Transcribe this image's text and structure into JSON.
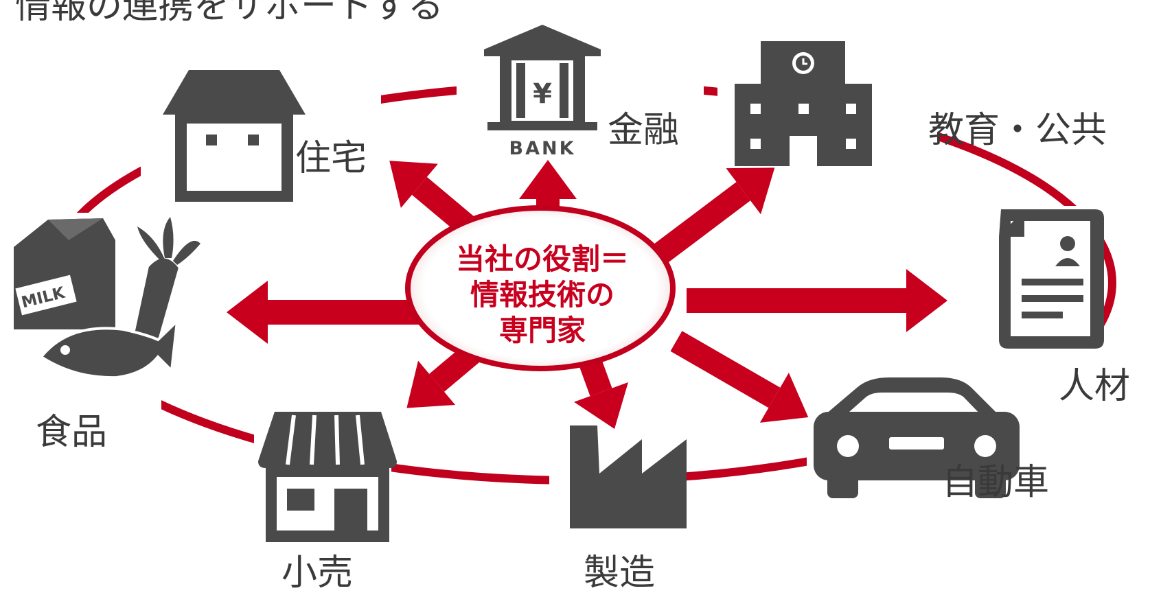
{
  "top_text": "情報の連携をサポートする",
  "center": {
    "line1": "当社の役割＝",
    "line2": "情報技術の",
    "line3": "専門家"
  },
  "sectors": {
    "housing": "住宅",
    "finance": "金融",
    "education": "教育・公共",
    "hr": "人材",
    "auto": "自動車",
    "manufacturing": "製造",
    "retail": "小売",
    "food": "食品"
  },
  "icon_text": {
    "bank": "BANK",
    "yen": "¥",
    "milk": "MILK"
  },
  "icons": [
    "house-icon",
    "bank-icon",
    "school-icon",
    "resume-icon",
    "car-icon",
    "factory-icon",
    "store-icon",
    "grocery-icon"
  ],
  "colors": {
    "accent": "#c8001e",
    "icon": "#4a4a4a",
    "text": "#3a3a3a"
  }
}
